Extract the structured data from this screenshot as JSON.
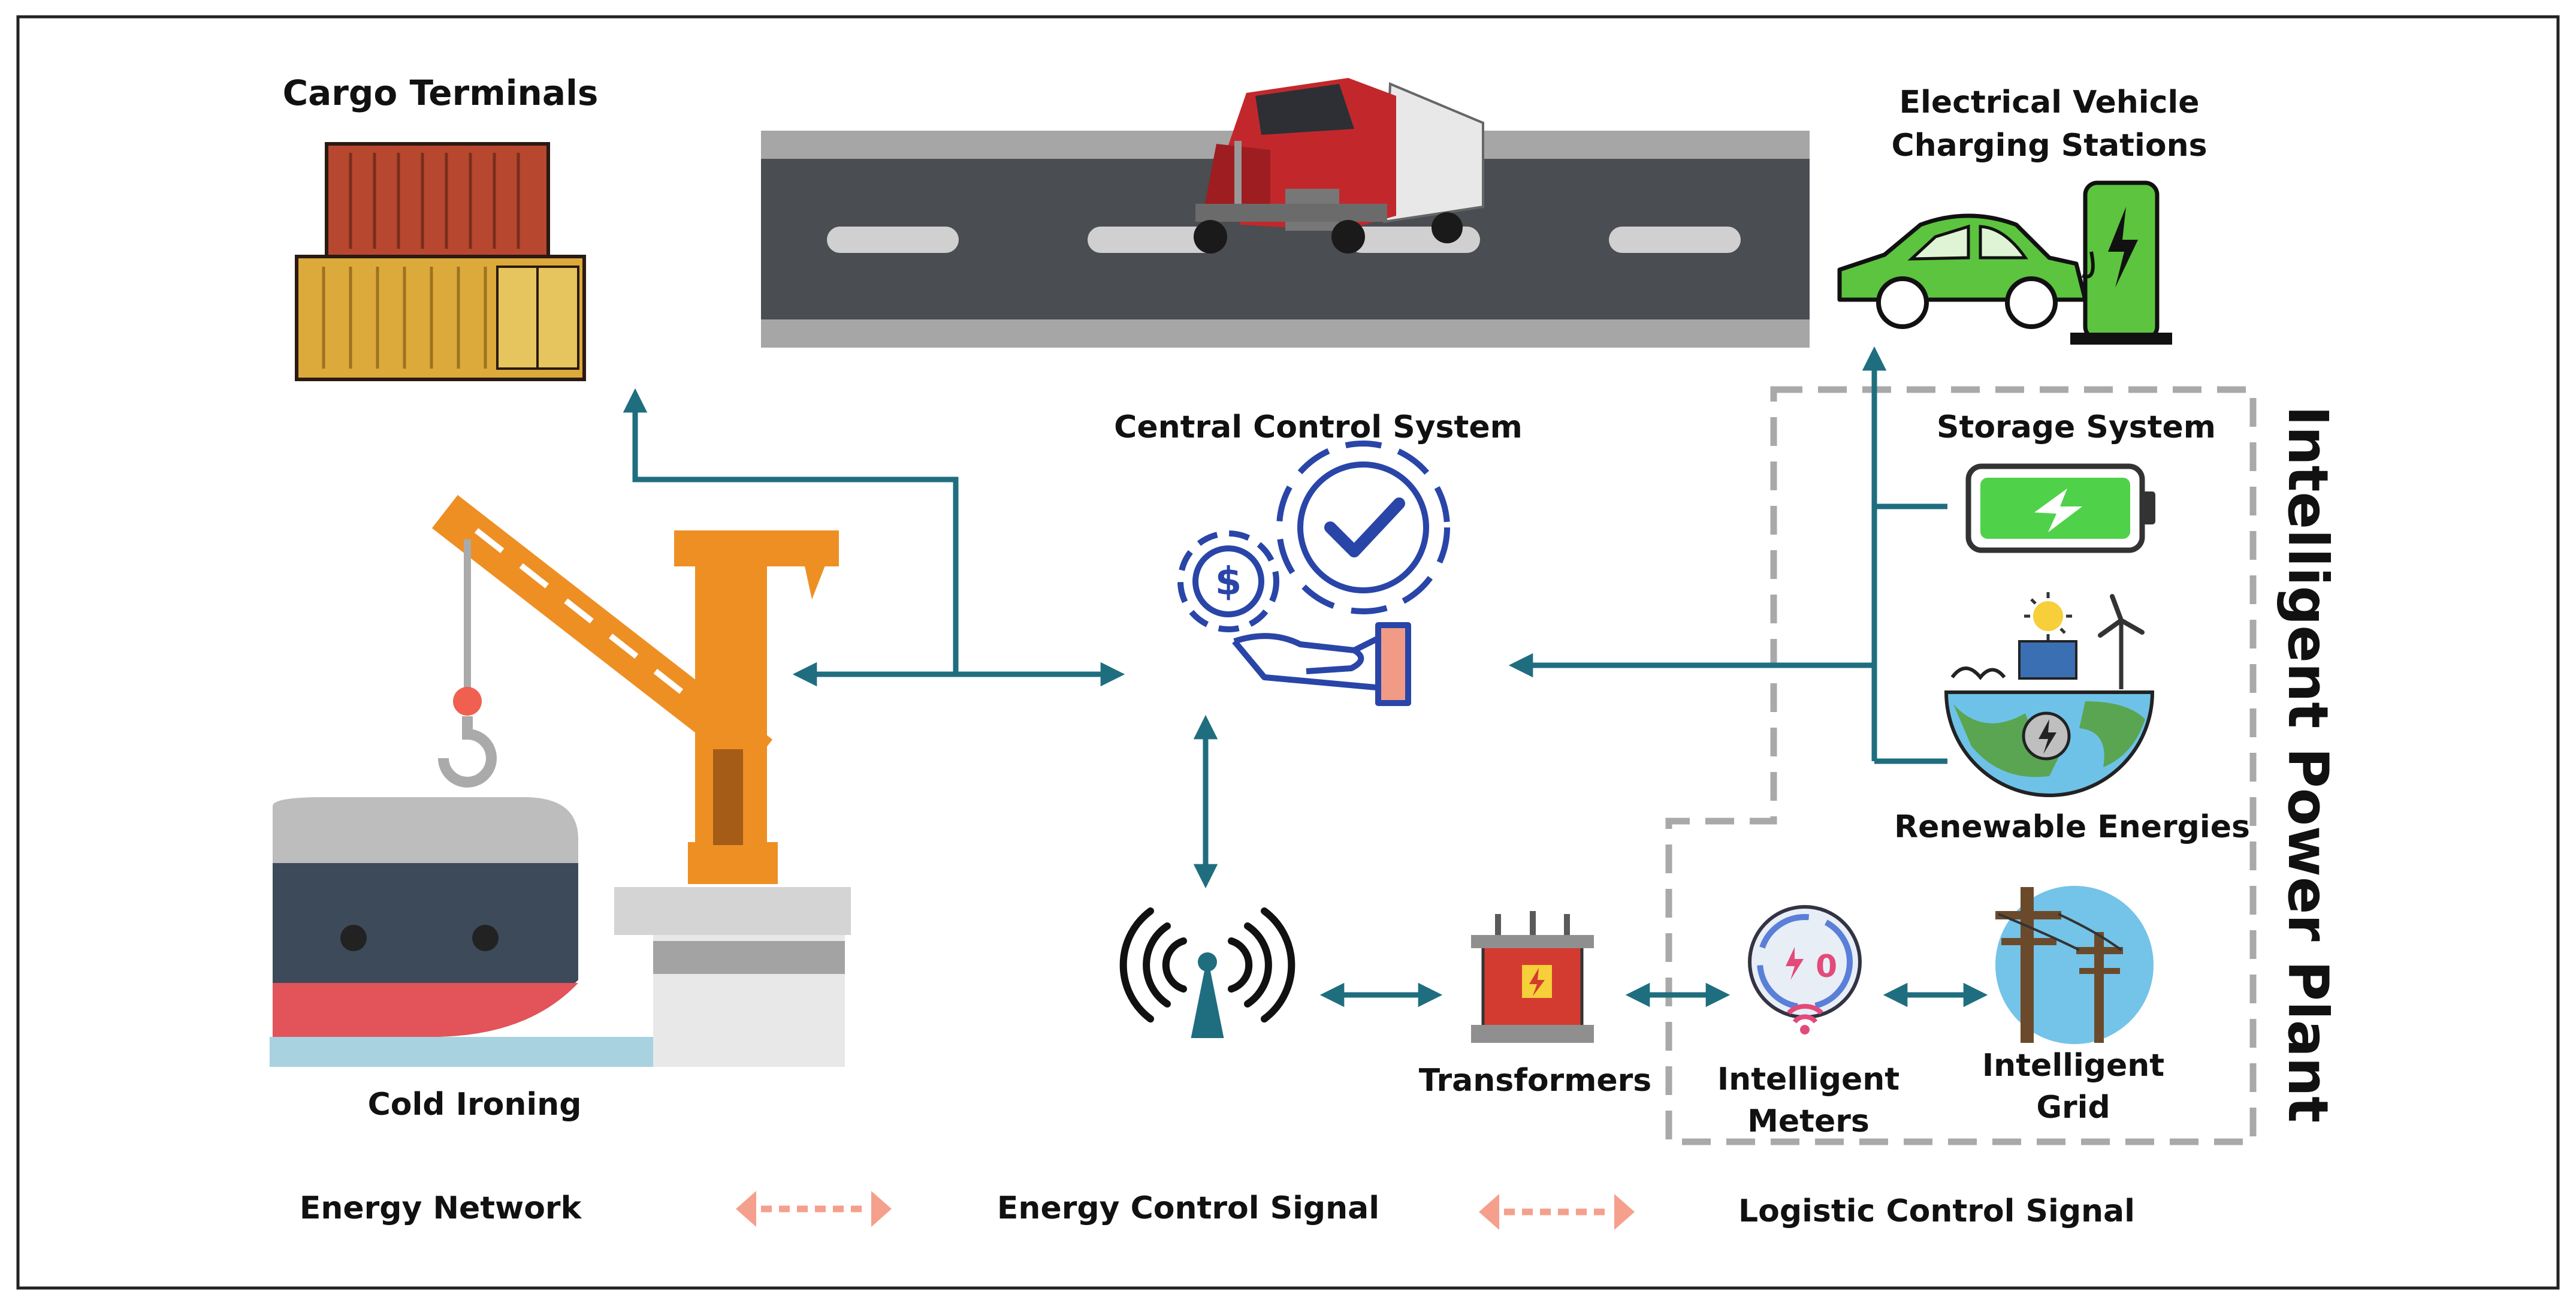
{
  "labels": {
    "cargo_terminals": "Cargo Terminals",
    "ev_line1": "Electrical Vehicle",
    "ev_line2": "Charging Stations",
    "central_control": "Central Control System",
    "storage_system": "Storage System",
    "intelligent_power_plant": "Intelligent Power Plant",
    "renewable_energies": "Renewable Energies",
    "cold_ironing": "Cold Ironing",
    "transformers": "Transformers",
    "meters_line1": "Intelligent",
    "meters_line2": "Meters",
    "grid_line1": "Intelligent",
    "grid_line2": "Grid"
  },
  "legend": {
    "energy_network": "Energy Network",
    "energy_control_signal": "Energy Control Signal",
    "logistic_control_signal": "Logistic Control Signal"
  },
  "colors": {
    "connector": "#1f6e7f",
    "legend_arrow": "#f4a08c",
    "dashed_box": "#a9a9a9",
    "frame": "#222222"
  }
}
